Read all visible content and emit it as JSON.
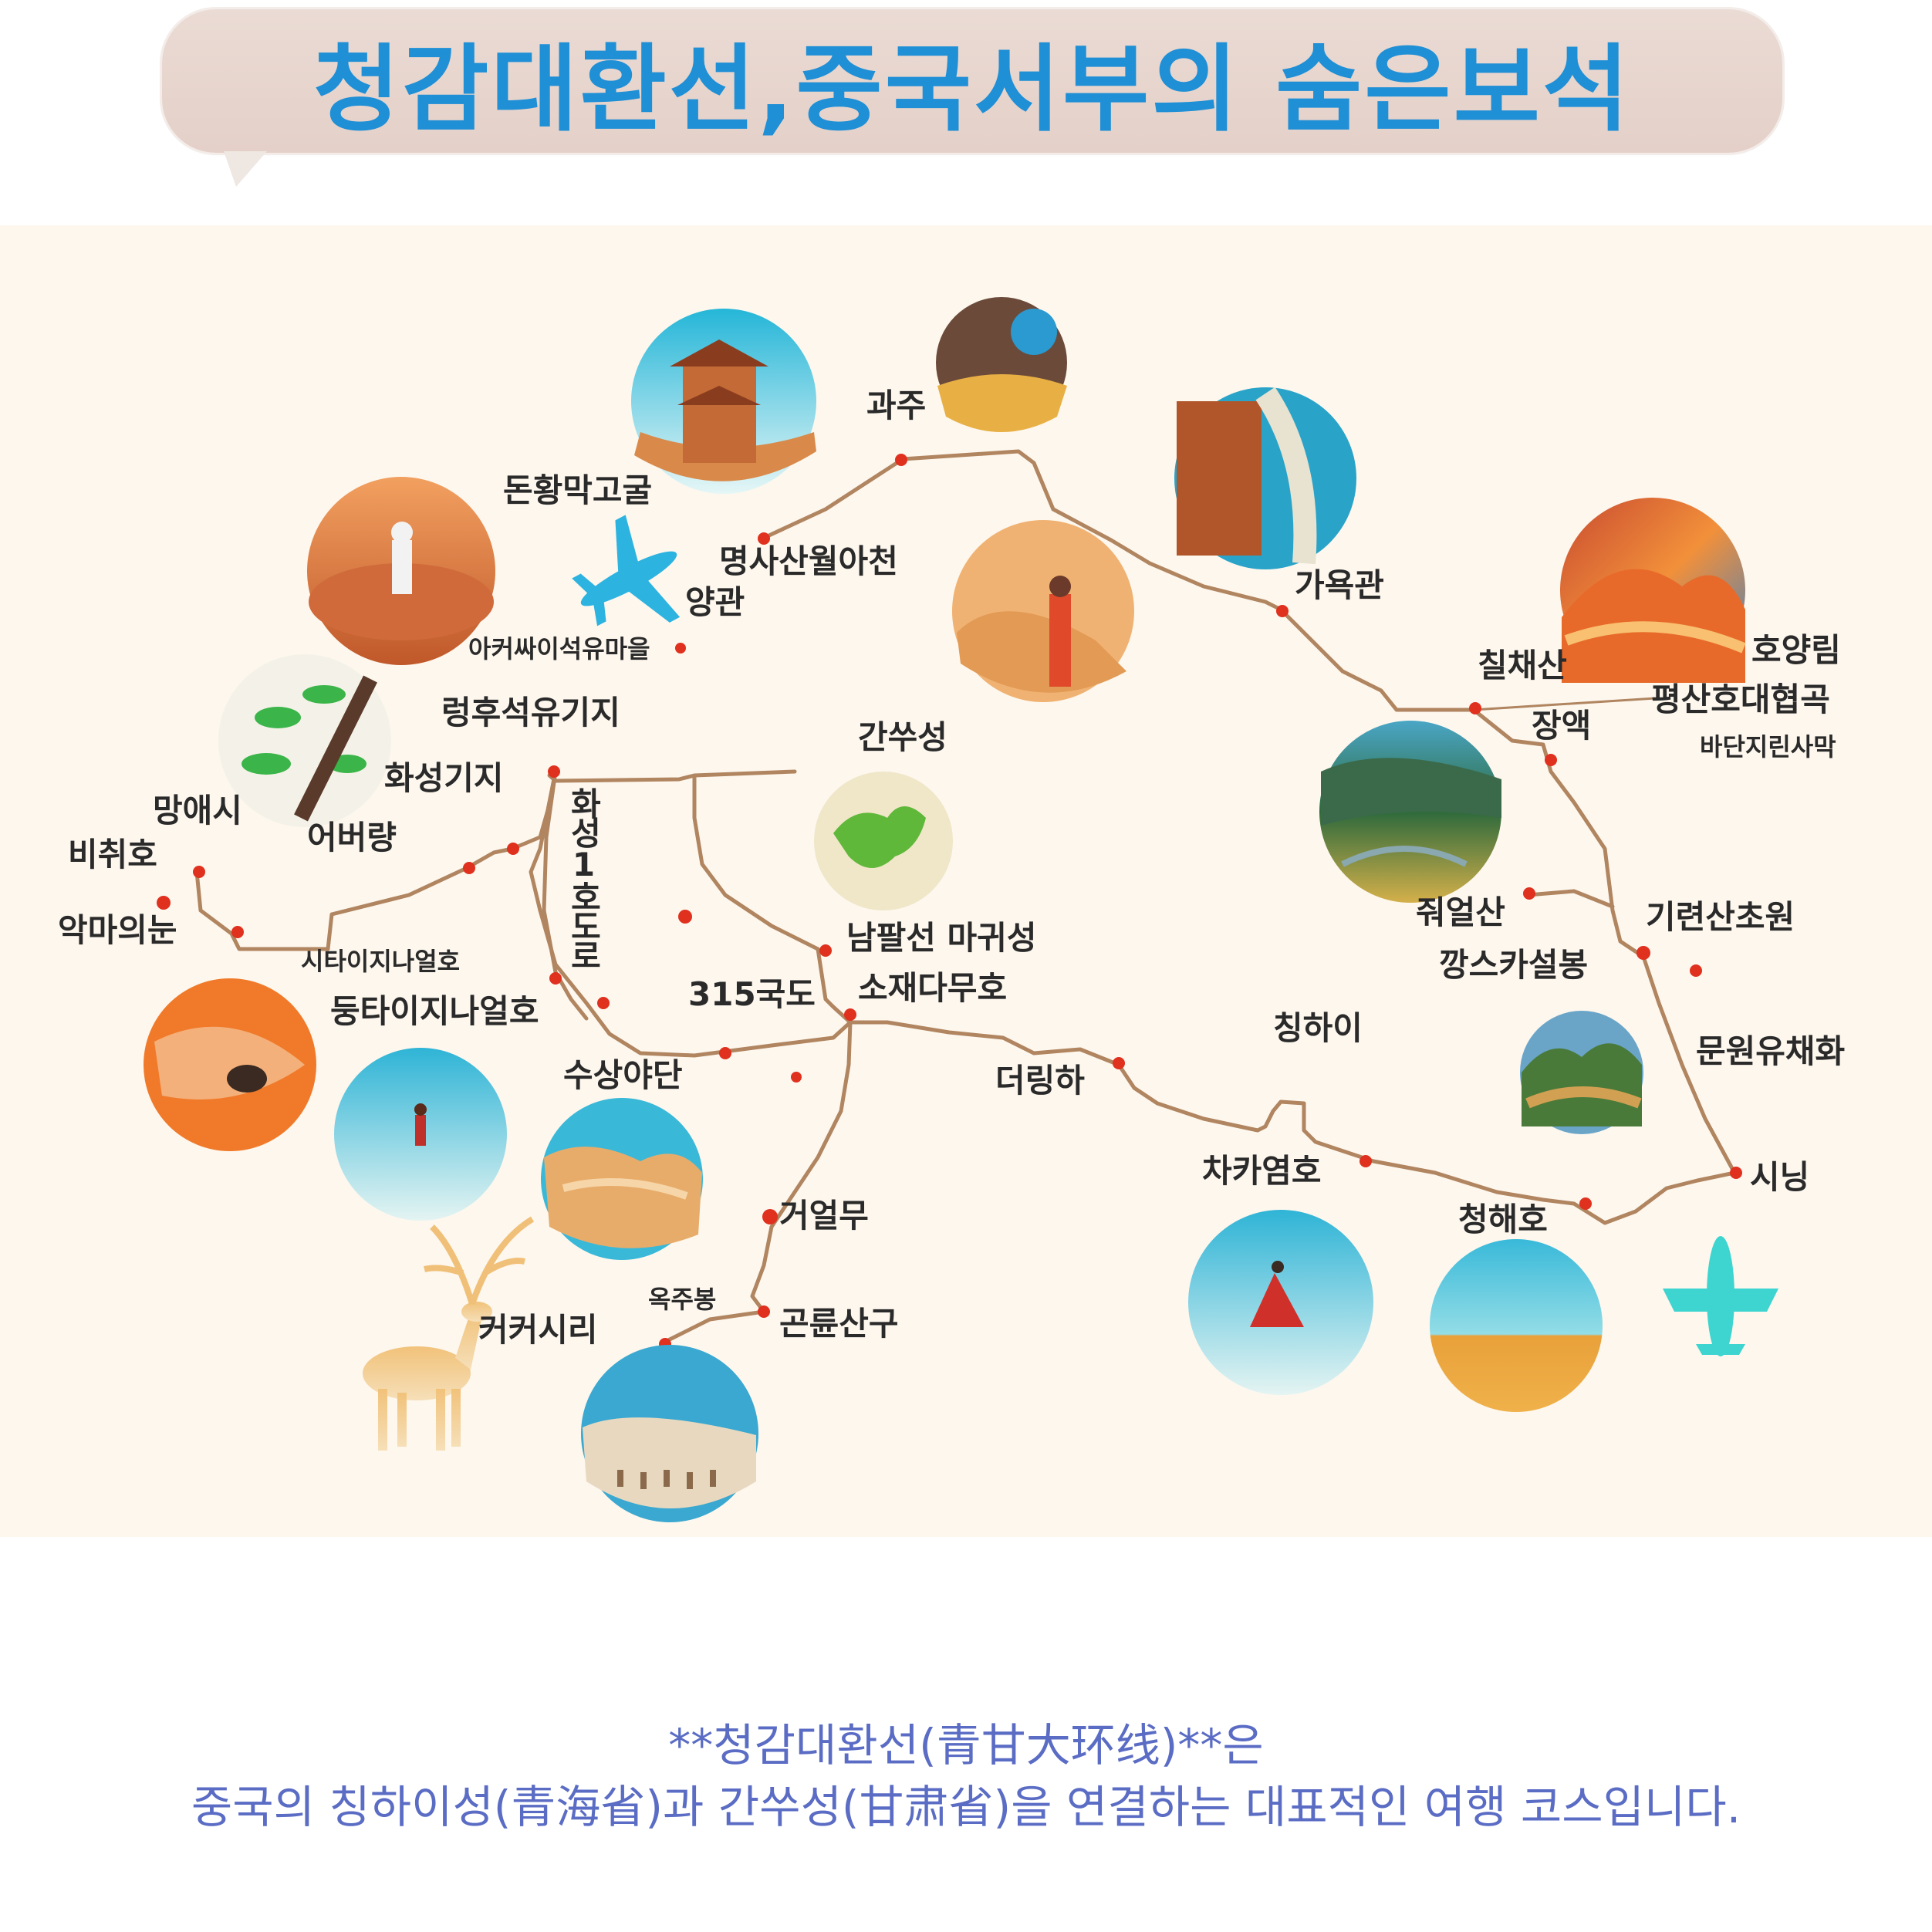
{
  "header": {
    "title": "청감대환선,중국서부의 숨은보석"
  },
  "map": {
    "labels": {
      "gwaju": "과주",
      "dunhuang_grottoes": "돈황막고굴",
      "mingsha": "명사산월아천",
      "yangguan": "양관",
      "akesai": "아커싸이석유마을",
      "lenghu": "렁후석유기지",
      "huaxing": "화성기지",
      "huaxing_road": "화성1호도로",
      "mangya": "망애시",
      "eboliang": "어버량",
      "bichu": "비취호",
      "demon_eye": "악마의눈",
      "west_taijinar": "시타이지나얼호",
      "east_taijinar": "둥타이지나얼호",
      "gansu": "간쑤성",
      "jiayuguan": "가욕관",
      "qicaishan": "칠채산",
      "huyanglin": "호양림",
      "pingshanhu": "평산호대협곡",
      "zhangye": "장액",
      "badain": "바단지린사막",
      "nanbaxian": "남팔선 마귀성",
      "suogan": "소재다무호",
      "g315": "315국도",
      "zhuoershan": "줘얼산",
      "gangshika": "깡스카설봉",
      "qilian": "기련산초원",
      "qinghai": "칭하이",
      "menyuan": "문원유채화",
      "delingha": "더링하",
      "chaka": "차카염호",
      "xining": "시닝",
      "qinghai_lake": "청해호",
      "shuishang": "수상야단",
      "golmud": "거얼무",
      "yuzhufeng": "옥주봉",
      "kunlun": "곤륜산구",
      "hoh_xil": "커커시리"
    },
    "icons": [
      "plane-icon-dunhuang",
      "plane-icon-xining",
      "deer-icon"
    ],
    "colors": {
      "route": "#b08560",
      "stop": "#e0301e",
      "plane_dunhuang": "#2db3e0",
      "plane_xining": "#3ed4d0",
      "title": "#1f8fd6",
      "caption": "#5a6cc4"
    }
  },
  "footer": {
    "line1": "**청감대환선(青甘大环线)**은",
    "line2": "중국의 칭하이성(青海省)과 간쑤성(甘肃省)을 연결하는 대표적인 여행 코스입니다."
  }
}
